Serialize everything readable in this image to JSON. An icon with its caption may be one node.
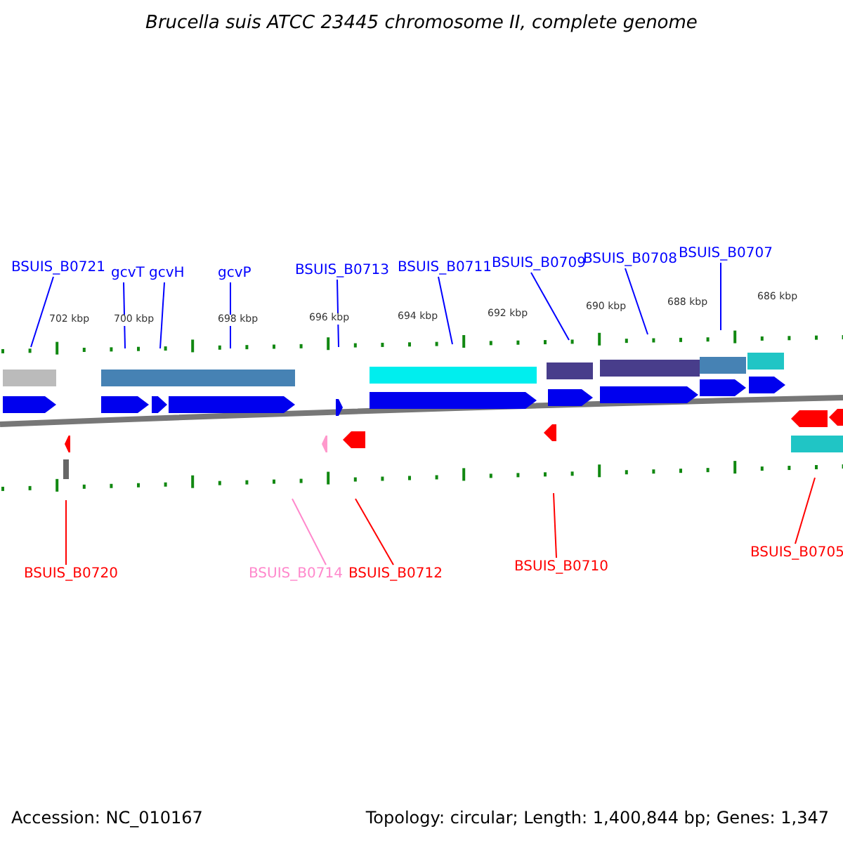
{
  "diagram": {
    "title": "Brucella suis ATCC 23445 chromosome II, complete genome",
    "nodes": [
      {
        "text": [
          "BSUIS_B0721"
        ]
      },
      {
        "text": [
          "gcvT"
        ]
      },
      {
        "text": [
          "gcvH"
        ]
      },
      {
        "text": [
          "gcvP"
        ]
      },
      {
        "text": [
          "BSUIS_B0713"
        ]
      },
      {
        "text": [
          "BSUIS_B0711"
        ]
      },
      {
        "text": [
          "BSUIS_B0709"
        ]
      },
      {
        "text": [
          "BSUIS_B0708"
        ]
      },
      {
        "text": [
          "BSUIS_B0707"
        ]
      },
      {
        "text": [
          "BSUIS_B0720"
        ]
      },
      {
        "text": [
          "BSUIS_B0714"
        ]
      },
      {
        "text": [
          "BSUIS_B0712"
        ]
      },
      {
        "text": [
          "BSUIS_B0710"
        ]
      },
      {
        "text": [
          "BSUIS_B0705"
        ]
      }
    ],
    "edges": [
      {
        "from": 0,
        "to": null,
        "arrow": "none"
      },
      {
        "from": 1,
        "to": null,
        "arrow": "none"
      },
      {
        "from": 2,
        "to": null,
        "arrow": "none"
      },
      {
        "from": 3,
        "to": null,
        "arrow": "none"
      },
      {
        "from": 4,
        "to": null,
        "arrow": "none"
      },
      {
        "from": 5,
        "to": null,
        "arrow": "none"
      },
      {
        "from": 6,
        "to": null,
        "arrow": "none"
      },
      {
        "from": 7,
        "to": null,
        "arrow": "none"
      },
      {
        "from": 8,
        "to": null,
        "arrow": "none"
      },
      {
        "from": 9,
        "to": null,
        "arrow": "none",
        "color": "#ff0000"
      },
      {
        "from": 10,
        "to": null,
        "arrow": "none",
        "color": "#ff88cc"
      },
      {
        "from": 11,
        "to": null,
        "arrow": "none",
        "color": "#ff0000"
      },
      {
        "from": 12,
        "to": null,
        "arrow": "none",
        "color": "#ff0000"
      },
      {
        "from": 13,
        "to": null,
        "arrow": "none",
        "color": "#ff0000"
      }
    ],
    "labels": [
      "702 kbp",
      "700 kbp",
      "698 kbp",
      "696 kbp",
      "694 kbp",
      "692 kbp",
      "690 kbp",
      "688 kbp",
      "686 kbp",
      "Accession: NC_010167",
      "Topology: circular; Length: 1,400,844 bp; Genes: 1,347"
    ]
  }
}
